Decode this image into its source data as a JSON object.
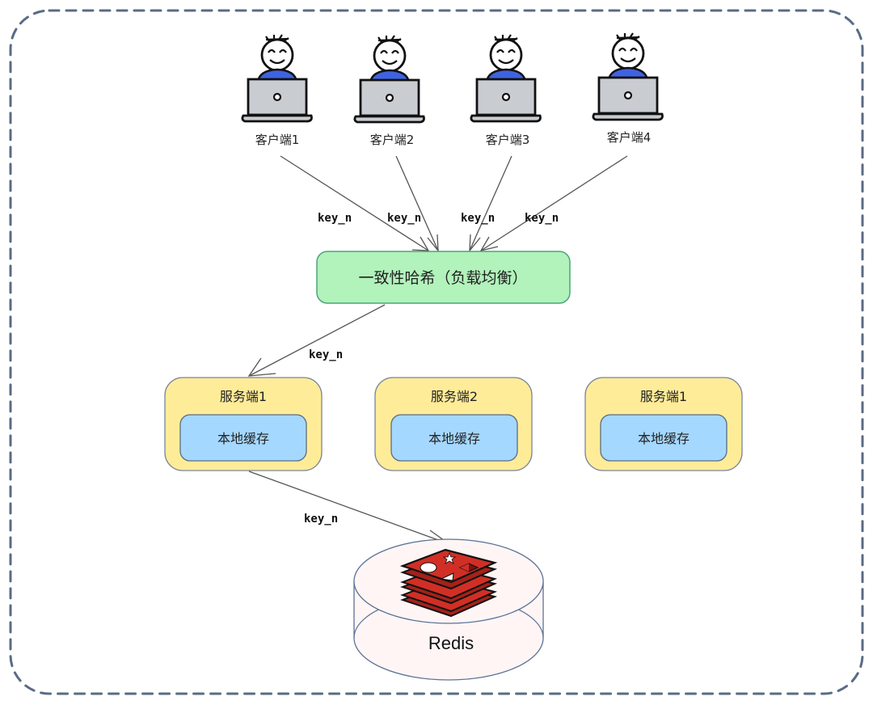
{
  "diagram": {
    "title": "",
    "colors": {
      "frame": "#5a6b85",
      "person_shirt": "#3f63e0",
      "laptop": "#c9ccd1",
      "hash_fill": "#b2f2bb",
      "hash_border": "#4aa57a",
      "server_fill": "#ffec99",
      "server_border": "#7a8599",
      "cache_fill": "#a5d8ff",
      "cache_border": "#5a6b85",
      "redis_fill": "#fff5f5",
      "redis_border": "#5a7295",
      "redis_logo": "#d12f25",
      "arrow": "#555555"
    },
    "clients": [
      {
        "label": "客户端1"
      },
      {
        "label": "客户端2"
      },
      {
        "label": "客户端3"
      },
      {
        "label": "客户端4"
      }
    ],
    "client_edge_labels": [
      "key_n",
      "key_n",
      "key_n",
      "key_n"
    ],
    "load_balancer": {
      "label": "一致性哈希（负载均衡）"
    },
    "lb_to_server_label": "key_n",
    "servers": [
      {
        "title": "服务端1",
        "cache": "本地缓存"
      },
      {
        "title": "服务端2",
        "cache": "本地缓存"
      },
      {
        "title": "服务端1",
        "cache": "本地缓存"
      }
    ],
    "server_to_redis_label": "key_n",
    "redis": {
      "label": "Redis"
    }
  }
}
